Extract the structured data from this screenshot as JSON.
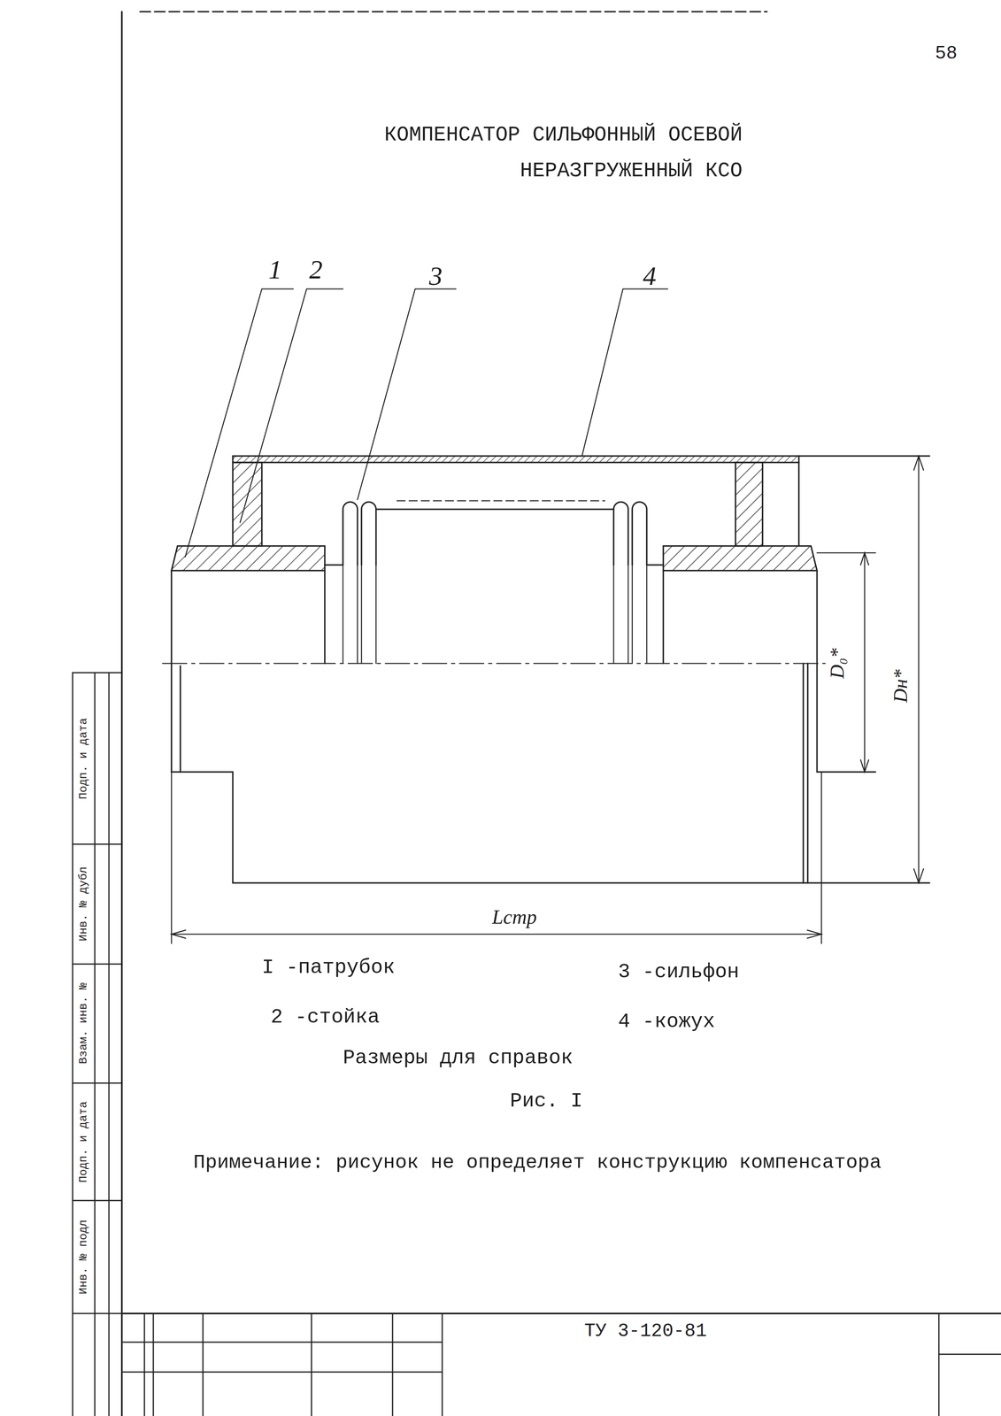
{
  "diagram": {
    "title": "КОМПЕНСАТОР СИЛЬФОННЫЙ ОСЕВОЙ НЕРАЗГРУЖЕННЫЙ КСО",
    "caption": "Рис. I",
    "labels": [
      "58",
      "1",
      "2",
      "3",
      "4",
      "D₀*",
      "Dн*",
      "Lстр",
      "I -патрубок",
      "3 -сильфон",
      "2 -стойка",
      "4 -кожух",
      "Размеры для справок",
      "Примечание: рисунок не определяет конструкцию компенсатора",
      "ТУ 3-120-81",
      "Подп. и дата",
      "Инв. № дубл",
      "Взам. инв. №",
      "Подп. и дата",
      "Инв. № подл"
    ]
  }
}
